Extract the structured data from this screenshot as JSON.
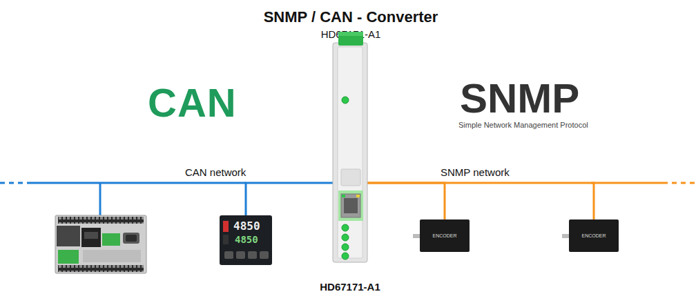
{
  "diagram": {
    "title": "SNMP / CAN - Converter",
    "nodes": [
      {
        "text": [
          "HD67171-A1"
        ]
      },
      {
        "text": [
          "4850",
          "4850"
        ]
      },
      {
        "text": [
          "ENCODER"
        ]
      },
      {
        "text": [
          "ENCODER"
        ]
      }
    ],
    "edges": [
      {
        "from": 0,
        "to": 1,
        "arrow": "none"
      },
      {
        "from": 0,
        "to": 2,
        "arrow": "none"
      },
      {
        "from": 0,
        "to": 3,
        "arrow": "none"
      }
    ],
    "labels": [
      "HD67171-A1",
      "CAN",
      "SNMP",
      "Simple Network Management Protocol",
      "CAN network",
      "SNMP network"
    ]
  }
}
